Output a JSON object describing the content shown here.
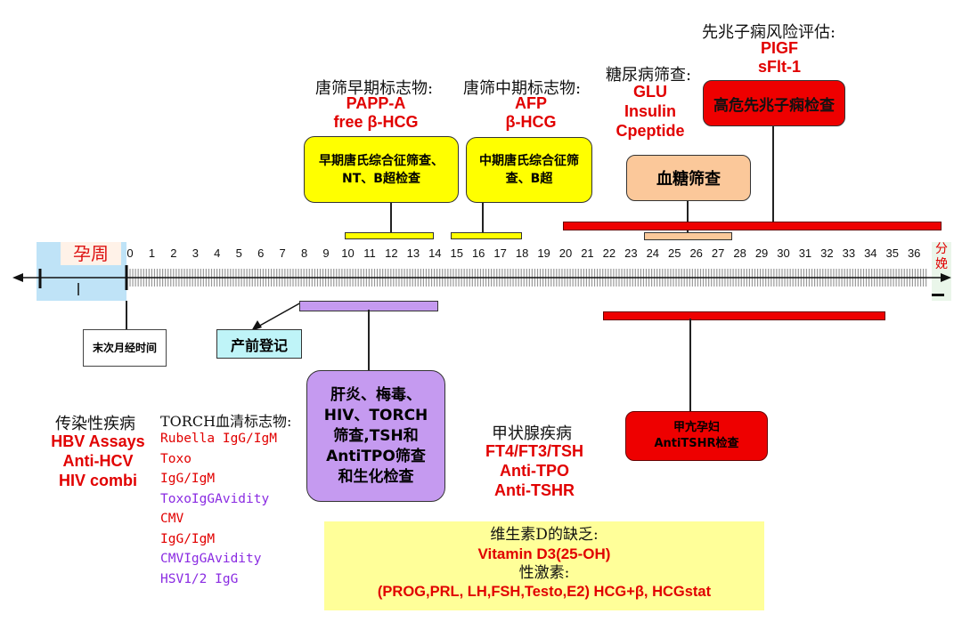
{
  "timeline": {
    "start_label": "孕周",
    "weeks": [
      "0",
      "1",
      "2",
      "3",
      "4",
      "5",
      "6",
      "7",
      "8",
      "9",
      "10",
      "11",
      "12",
      "13",
      "14",
      "15",
      "16",
      "17",
      "18",
      "19",
      "20",
      "21",
      "22",
      "23",
      "24",
      "25",
      "26",
      "27",
      "28",
      "29",
      "30",
      "31",
      "32",
      "33",
      "34",
      "35",
      "36"
    ],
    "delivery_label": "分娩",
    "last_period_label": "末次月经时间"
  },
  "registration": {
    "label": "产前登记"
  },
  "early_down": {
    "heading": "唐筛早期标志物:",
    "markers": [
      "PAPP-A",
      "free β-HCG"
    ],
    "box": "早期唐氏综合征筛查、NT、B超检查"
  },
  "mid_down": {
    "heading": "唐筛中期标志物:",
    "markers": [
      "AFP",
      "β-HCG"
    ],
    "box": "中期唐氏综合征筛查、B超"
  },
  "diabetes": {
    "heading": "糖尿病筛查:",
    "markers": [
      "GLU",
      "Insulin",
      "Cpeptide"
    ],
    "box": "血糖筛查"
  },
  "preeclampsia": {
    "heading": "先兆子痫风险评估:",
    "markers": [
      "PIGF",
      "sFlt-1"
    ],
    "box": "高危先兆子痫检查"
  },
  "first_visit": {
    "box": "肝炎、梅毒、HIV、TORCH筛查,TSH和AntiTPO筛查和生化检查"
  },
  "hyperthyroid": {
    "box_line1": "甲亢孕妇",
    "box_line2": "AntiTSHR检查"
  },
  "infectious": {
    "heading": "传染性疾病",
    "markers": [
      "HBV Assays",
      "Anti-HCV",
      "HIV combi"
    ]
  },
  "torch": {
    "heading": "TORCH血清标志物:",
    "items": [
      {
        "text": "Rubella IgG/IgM",
        "color": "#e10000"
      },
      {
        "text": "Toxo",
        "color": "#e10000"
      },
      {
        "text": "IgG/IgM",
        "color": "#e10000"
      },
      {
        "text": "ToxoIgGAvidity",
        "color": "#8a2be2"
      },
      {
        "text": "CMV",
        "color": "#e10000"
      },
      {
        "text": "IgG/IgM",
        "color": "#e10000"
      },
      {
        "text": "CMVIgGAvidity",
        "color": "#8a2be2"
      },
      {
        "text": "HSV1/2 IgG",
        "color": "#8a2be2"
      }
    ]
  },
  "thyroid": {
    "heading": "甲状腺疾病",
    "markers": [
      "FT4/FT3/TSH",
      "Anti-TPO",
      "Anti-TSHR"
    ]
  },
  "vitamin_panel": {
    "line1": "维生素D的缺乏:",
    "line2": "Vitamin D3(25-OH)",
    "line3": "性激素:",
    "line4": "(PROG,PRL, LH,FSH,Testo,E2) HCG+β, HCGstat"
  },
  "colors": {
    "yellow_box": "#ffff00",
    "red_box": "#ee0000",
    "purple_box": "#c59af0",
    "peach_box": "#fbc89a",
    "cyan_box": "#bff4f8",
    "light_blue": "#bfe3f7",
    "vitamin_bg": "#ffff99",
    "red_text": "#e10000",
    "purple_text": "#8a2be2"
  }
}
